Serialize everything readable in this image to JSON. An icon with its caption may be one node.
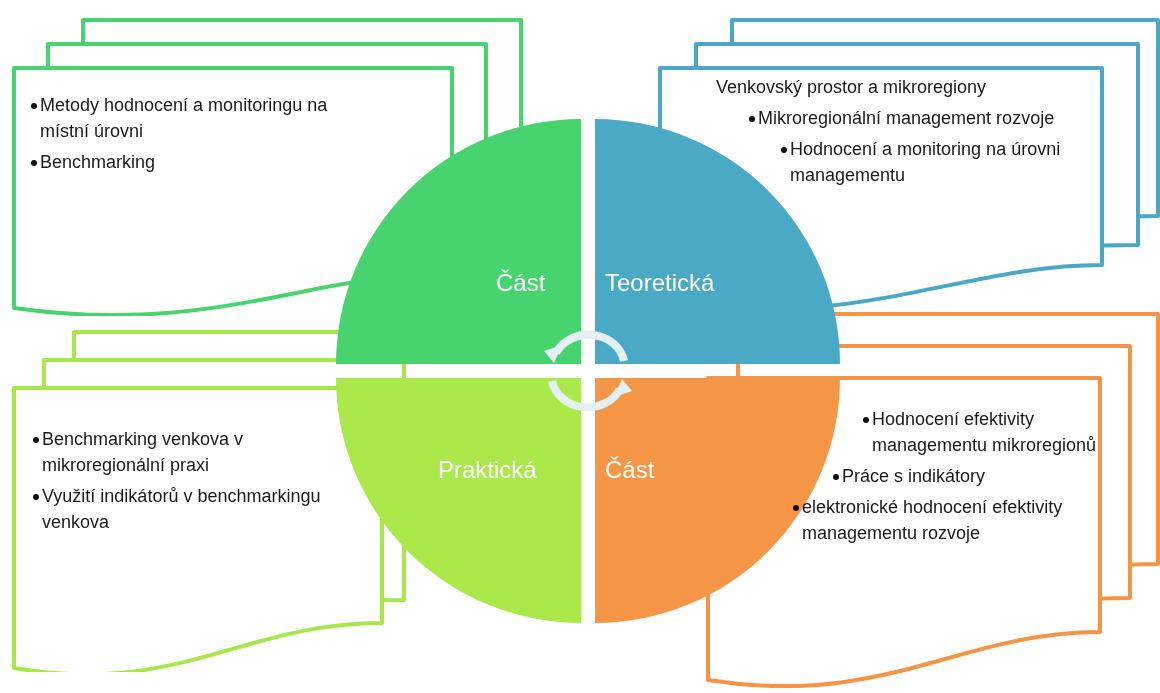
{
  "diagram": {
    "nodes": [
      {
        "text": [
          "Metody hodnocení a monitoringu na místní úrovni",
          "Benchmarking"
        ]
      },
      {
        "text": [
          "Venkovský prostor a mikroregiony",
          "Mikroregionální management rozvoje",
          "Hodnocení a monitoring na úrovni managementu"
        ]
      },
      {
        "text": [
          "Část"
        ]
      },
      {
        "text": [
          "Teoretická"
        ]
      },
      {
        "text": [
          "Benchmarking venkova v mikroregionální praxi",
          "Využití indikátorů v benchmarkingu venkova"
        ]
      },
      {
        "text": [
          "Praktická"
        ]
      },
      {
        "text": [
          "Část"
        ]
      },
      {
        "text": [
          "Hodnocení efektivity managementu mikroregionů",
          "Práce s indikátory",
          "elektronické hodnocení efektivity managementu rozvoje"
        ]
      }
    ],
    "edges": []
  }
}
